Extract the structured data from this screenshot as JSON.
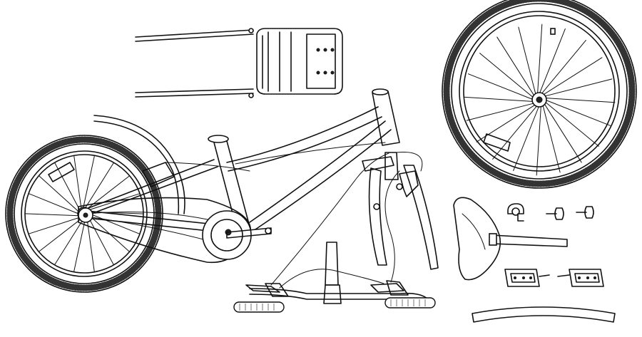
{
  "diagram": {
    "parts": [
      {
        "id": "rear-rack",
        "icon": "rear-rack"
      },
      {
        "id": "front-wheel",
        "icon": "wheel"
      },
      {
        "id": "bicycle-frame-with-rear-wheel",
        "icon": "bicycle-frame"
      },
      {
        "id": "rear-wheel",
        "icon": "wheel"
      },
      {
        "id": "front-fork",
        "icon": "fork"
      },
      {
        "id": "handlebar",
        "icon": "handlebar"
      },
      {
        "id": "saddle-with-seatpost",
        "icon": "saddle"
      },
      {
        "id": "bell",
        "icon": "bell"
      },
      {
        "id": "axle-nut-left",
        "icon": "bolt"
      },
      {
        "id": "axle-nut-right",
        "icon": "bolt"
      },
      {
        "id": "pedal-left",
        "icon": "pedal"
      },
      {
        "id": "pedal-right",
        "icon": "pedal"
      },
      {
        "id": "front-fender",
        "icon": "fender"
      }
    ],
    "line_color": "#111111",
    "background": "#ffffff"
  }
}
